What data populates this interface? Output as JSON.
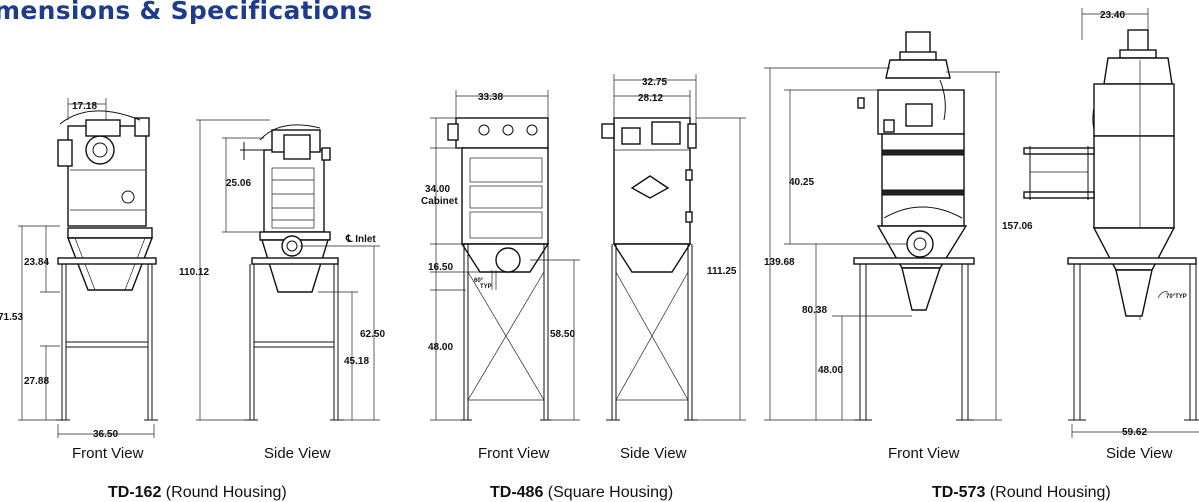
{
  "title": "mensions & Specifications",
  "units": {
    "td162": {
      "model": "TD-162",
      "housing": " (Round Housing)",
      "front_view": "Front View",
      "side_view": "Side View",
      "dims": {
        "top_width": "17.18",
        "hopper_height": "23.84",
        "overall_base": "71.53",
        "leg_height": "27.88",
        "base_width": "36.50",
        "box_height": "25.06",
        "overall_height": "110.12",
        "inlet_label": "℄ Inlet",
        "inlet_height": "62.50",
        "outlet_height": "45.18"
      }
    },
    "td486": {
      "model": "TD-486",
      "housing": " (Square Housing)",
      "front_view": "Front View",
      "side_view": "Side View",
      "dims": {
        "width_front": "33.38",
        "width_side_outer": "32.75",
        "width_side_inner": "28.12",
        "cabinet_height": "34.00",
        "cabinet_label": "Cabinet",
        "hopper_height": "16.50",
        "angle_label": "60°",
        "angle_typ": "TYP",
        "leg_height": "48.00",
        "outlet_height": "58.50",
        "overall_height": "111.25"
      }
    },
    "td573": {
      "model": "TD-573",
      "housing": " (Round Housing)",
      "front_view": "Front View",
      "side_view": "Side View",
      "dims": {
        "top_width": "23.40",
        "upper_height": "40.25",
        "overall_height": "157.06",
        "inlet_height": "139.68",
        "hopper_height": "80.38",
        "leg_height": "48.00",
        "base_width": "59.62",
        "angle_typ": "70°TYP"
      }
    }
  }
}
